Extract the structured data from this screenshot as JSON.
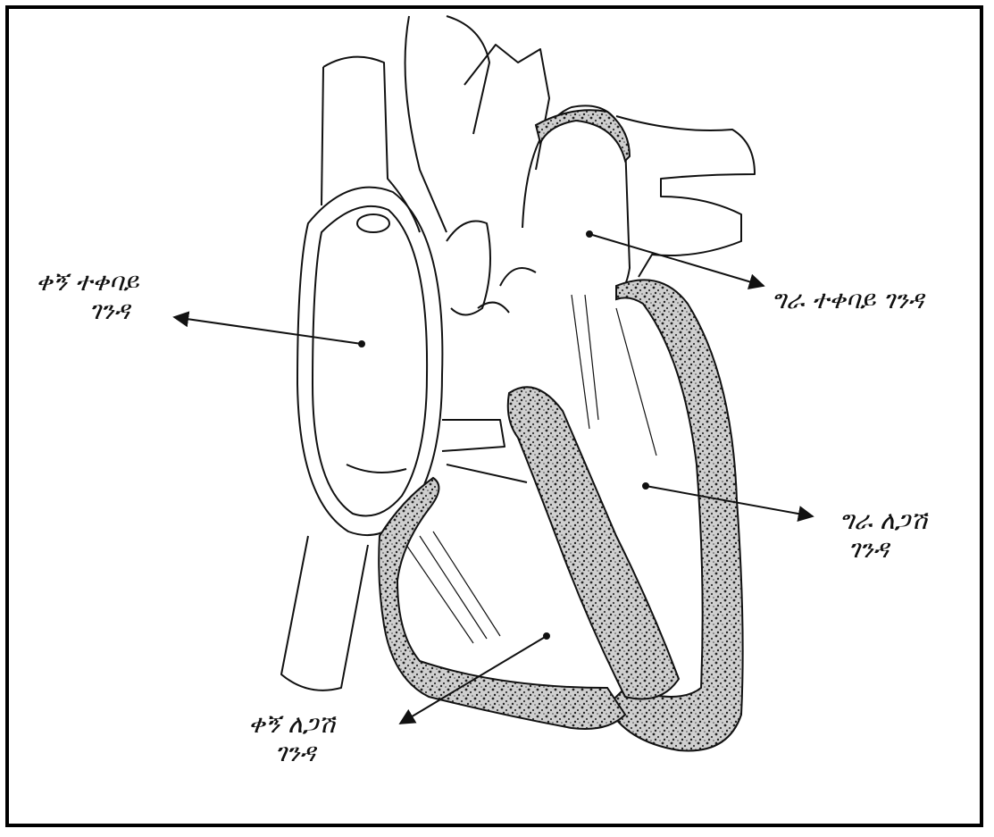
{
  "colors": {
    "ink": "#111111",
    "paper": "#ffffff",
    "muscle": "#dcdcdc"
  },
  "labels": {
    "right_atrium": [
      "ቀኝ ተቀባይ",
      "ገንዳ"
    ],
    "left_atrium": [
      "ግራ ተቀባይ ገንዳ"
    ],
    "left_ventricle": [
      "ግራ ለጋሽ",
      "ገንዳ"
    ],
    "right_ventricle": [
      "ቀኝ ለጋሽ",
      "ገንዳ"
    ]
  }
}
